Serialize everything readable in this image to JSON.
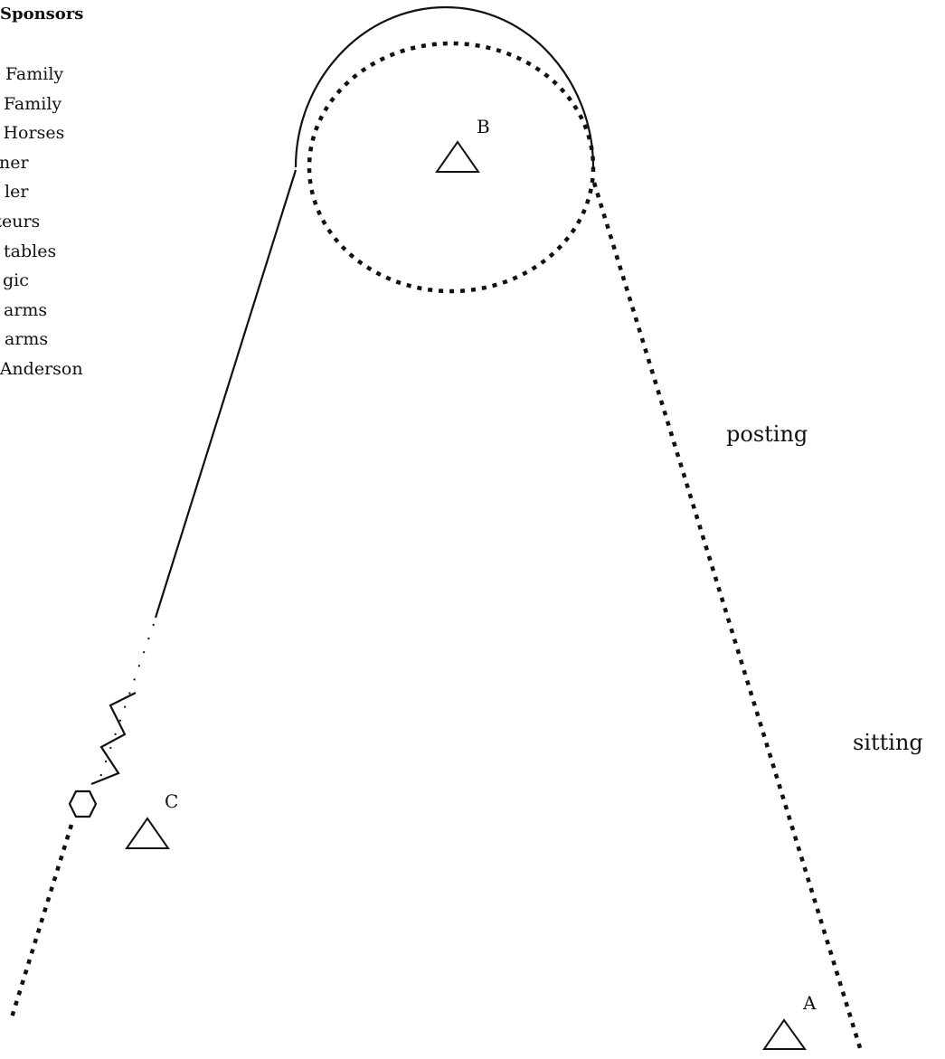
{
  "sponsors": {
    "title": "Sponsors",
    "items": [
      "Family",
      "Family",
      "ance Horses",
      "ner",
      "ler",
      "mateurs",
      "tables",
      "gic",
      "arms",
      "arms",
      "on Anderson"
    ]
  },
  "markers": {
    "a": "A",
    "b": "B",
    "c": "C"
  },
  "gait_labels": {
    "posting": "posting",
    "sitting": "sitting"
  }
}
